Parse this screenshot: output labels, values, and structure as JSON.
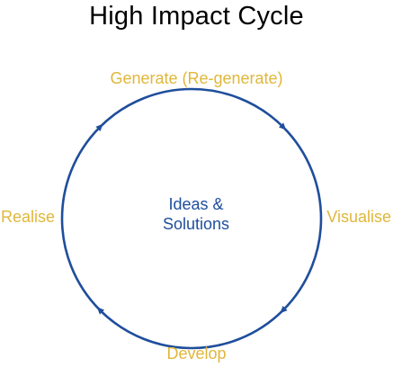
{
  "title": "High Impact Cycle",
  "center": {
    "line1": "Ideas &",
    "line2": "Solutions"
  },
  "stages": {
    "top": "Generate (Re-generate)",
    "right": "Visualise",
    "bottom": "Develop",
    "left": "Realise"
  },
  "colors": {
    "circle": "#1f4e9c",
    "stage_text": "#e0b73a",
    "center_text": "#1f4e9c",
    "title": "#000000"
  }
}
